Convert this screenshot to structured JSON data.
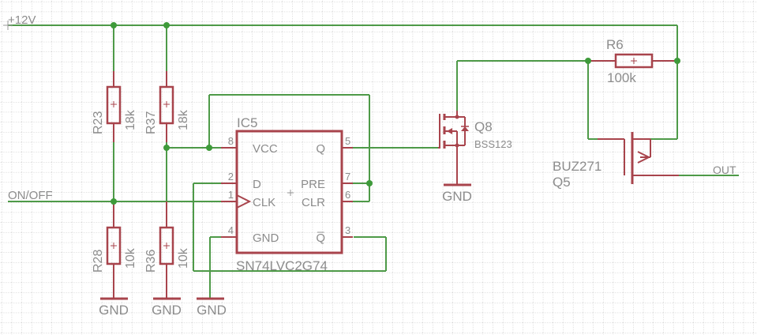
{
  "schematic": {
    "nets": {
      "vcc": "+12V",
      "onoff": "ON/OFF",
      "out": "OUT",
      "gnd": "GND"
    },
    "resistors": [
      {
        "name": "R23",
        "value": "18k"
      },
      {
        "name": "R37",
        "value": "18k"
      },
      {
        "name": "R28",
        "value": "10k"
      },
      {
        "name": "R36",
        "value": "10k"
      },
      {
        "name": "R6",
        "value": "100k"
      }
    ],
    "ic": {
      "name": "IC5",
      "value": "SN74LVC2G74",
      "pins": [
        {
          "num": "8",
          "label": "VCC"
        },
        {
          "num": "2",
          "label": "D"
        },
        {
          "num": "1",
          "label": "CLK"
        },
        {
          "num": "4",
          "label": "GND"
        },
        {
          "num": "5",
          "label": "Q"
        },
        {
          "num": "7",
          "label": "PRE"
        },
        {
          "num": "6",
          "label": "CLR"
        },
        {
          "num": "3",
          "label": "Q̅"
        }
      ]
    },
    "transistors": [
      {
        "name": "Q8",
        "value": "BSS123"
      },
      {
        "name": "Q5",
        "value": "BUZ271"
      }
    ],
    "colors": {
      "wire": "#4e9a48",
      "symbol": "#a8444c",
      "text": "#8c8c8c",
      "grid": "#c8c8c8"
    }
  }
}
